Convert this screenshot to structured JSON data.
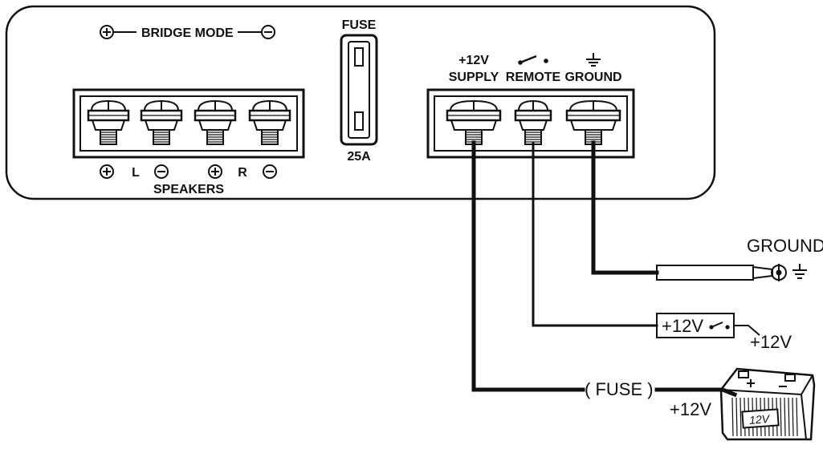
{
  "amplifier": {
    "bridge_mode": {
      "plus": "⊕",
      "label": "BRIDGE MODE",
      "minus": "⊖"
    },
    "fuse": {
      "title": "FUSE",
      "rating": "25A"
    },
    "speakers": {
      "label": "SPEAKERS",
      "left_plus": "⊕",
      "left": "L",
      "left_minus": "⊖",
      "right_plus": "⊕",
      "right": "R",
      "right_minus": "⊖"
    },
    "power_terminals": {
      "supply_voltage": "+12V",
      "supply": "SUPPLY",
      "remote": "REMOTE",
      "ground": "GROUND"
    }
  },
  "wiring": {
    "ground_label": "GROUND",
    "remote_box_label": "+12V",
    "remote_source_label": "+12V",
    "fuse_label": "( FUSE )",
    "battery_label": "+12V",
    "battery_face_label": "12V"
  },
  "icons": {
    "remote_switch": "switch-icon",
    "ground_symbol": "ground-icon",
    "ring_terminal": "ring-terminal-icon",
    "battery": "battery-icon"
  }
}
